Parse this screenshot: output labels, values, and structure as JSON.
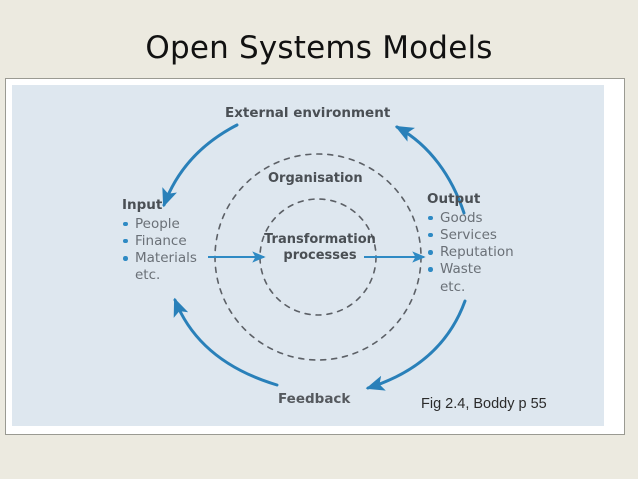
{
  "slide": {
    "title": "Open Systems Models",
    "background_color": "#ECEAE0",
    "panel_color": "#DEE7EF",
    "accent_color": "#2e8ac4"
  },
  "diagram": {
    "type": "open-systems-model",
    "external_environment_label": "External environment",
    "organisation_label": "Organisation",
    "transformation_label_line1": "Transformation",
    "transformation_label_line2": "processes",
    "feedback_label": "Feedback",
    "input": {
      "title": "Input",
      "items": [
        "People",
        "Finance",
        "Materials"
      ],
      "trailing": "etc."
    },
    "output": {
      "title": "Output",
      "items": [
        "Goods",
        "Services",
        "Reputation",
        "Waste"
      ],
      "trailing": "etc."
    }
  },
  "caption": {
    "text": "Fig 2.4, Boddy p 55"
  }
}
